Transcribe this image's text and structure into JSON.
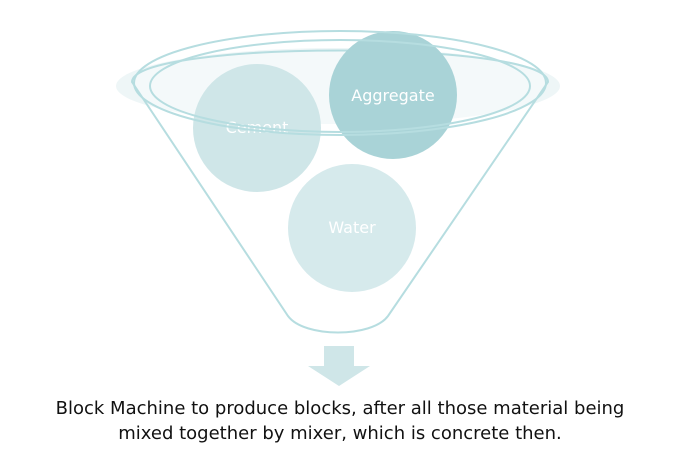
{
  "diagram": {
    "type": "funnel",
    "ingredients": [
      {
        "label": "Cement"
      },
      {
        "label": "Aggregate"
      },
      {
        "label": "Water"
      }
    ],
    "result_text": [
      "Block Machine to produce blocks, after all those material being",
      "mixed together by mixer, which is concrete then."
    ]
  },
  "colors": {
    "funnel_fill": "#eef6f7",
    "funnel_stroke": "#b6dde0",
    "circle_fill_light": "#cfe6e8",
    "circle_fill_dark": "#a9d3d7",
    "arrow": "#cfe6e8",
    "text": "#111111"
  }
}
